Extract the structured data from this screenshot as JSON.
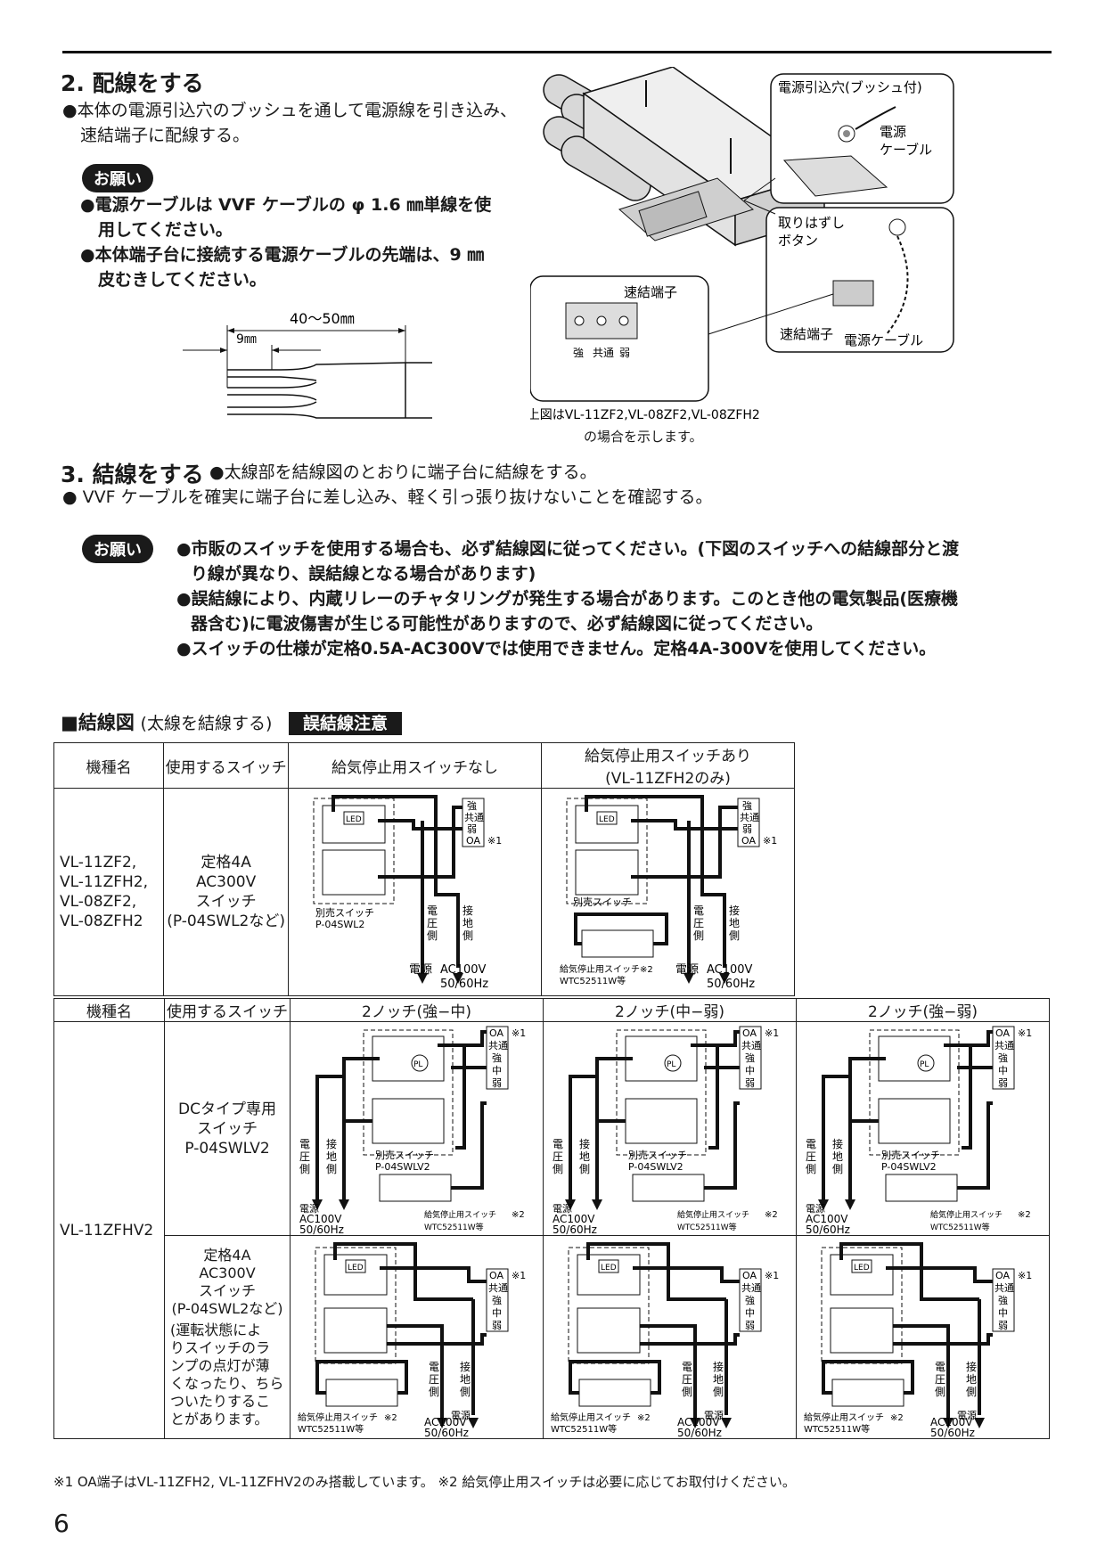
{
  "section2": {
    "title": "2.  配線をする",
    "bullet1_line1": "●本体の電源引込穴のブッシュを通して電源線を引き込み、",
    "bullet1_line2": "速結端子に配線する。",
    "onegai": "お願い",
    "note1_line1": "●電源ケーブルは VVF ケーブルの φ 1.6 ㎜単線を使",
    "note1_line2": "用してください。",
    "note2_line1": "●本体端子台に接続する電源ケーブルの先端は、9 ㎜",
    "note2_line2": "皮むきしてください。",
    "dim_outer": "40〜50㎜",
    "dim_inner": "9㎜"
  },
  "figure": {
    "callout_top_title": "電源引込穴(ブッシュ付)",
    "callout_top_cable": "電源\nケーブル",
    "callout_mid_button": "取りはずし\nボタン",
    "callout_mid_terminal": "速結端子",
    "callout_mid_cable": "電源ケーブル",
    "callout_left_title": "速結端子",
    "terminal_labels": [
      "強",
      "共通",
      "弱"
    ],
    "caption_line1": "※上図はVL-11ZF2,VL-08ZF2,VL-08ZFH2",
    "caption_line2": "の場合を示します。"
  },
  "section3": {
    "title": "3.  結線をする",
    "title_note": "●太線部を結線図のとおりに端子台に結線をする。",
    "bullet": "● VVF ケーブルを確実に端子台に差し込み、軽く引っ張り抜けないことを確認する。",
    "onegai": "お願い",
    "n1_line1": "●市販のスイッチを使用する場合も、必ず結線図に従ってください。(下図のスイッチへの結線部分と渡",
    "n1_line2": "り線が異なり、誤結線となる場合があります)",
    "n2_line1": "●誤結線により、内蔵リレーのチャタリングが発生する場合があります。このとき他の電気製品(医療機",
    "n2_line2": "器含む)に電波傷害が生じる可能性がありますので、必ず結線図に従ってください。",
    "n3": "●スイッチの仕様が定格0.5A-AC300Vでは使用できません。定格4A-300Vを使用してください。"
  },
  "wiring": {
    "heading": "■結線図",
    "heading_sub": "(太線を結線する)",
    "warning": "誤結線注意",
    "t1": {
      "col_model": "機種名",
      "col_switch": "使用するスイッチ",
      "col_a": "給気停止用スイッチなし",
      "col_b_line1": "給気停止用スイッチあり",
      "col_b_line2": "(VL-11ZFH2のみ)",
      "models": [
        "VL-11ZF2,",
        "VL-11ZFH2,",
        "VL-08ZF2,",
        "VL-08ZFH2"
      ],
      "switch_lines": [
        "定格4A",
        "AC300V",
        "スイッチ",
        "(P-04SWL2など)"
      ]
    },
    "t2": {
      "col_model": "機種名",
      "col_switch": "使用するスイッチ",
      "col_a": "2ノッチ(強−中)",
      "col_b": "2ノッチ(中−弱)",
      "col_c": "2ノッチ(強−弱)",
      "model": "VL-11ZFHV2",
      "sw1_lines": [
        "DCタイプ専用",
        "スイッチ",
        "P-04SWLV2"
      ],
      "sw2_lines": [
        "定格4A",
        "AC300V",
        "スイッチ",
        "(P-04SWL2など)"
      ],
      "sw2_note": [
        "(運転状態によ",
        "りスイッチのラ",
        "ンプの点灯が薄",
        "くなったり、ちら",
        "ついたりするこ",
        "とがあります。"
      ]
    },
    "diagram_labels": {
      "terminals_a": [
        "強",
        "共通",
        "弱",
        "OA"
      ],
      "terminals_b": [
        "OA",
        "共通",
        "強",
        "中",
        "弱"
      ],
      "note1": "※1",
      "note2": "※2",
      "led": "LED",
      "pl": "PL",
      "switch_a": "別売スイッチ",
      "switch_a_model": "P-04SWL2",
      "switch_b_model": "P-04SWLV2",
      "voltage_side": "電圧側",
      "ground_side": "接地側",
      "power": "電源",
      "ac": "AC100V",
      "hz": "50/60Hz",
      "stop_switch": "給気停止用スイッチ",
      "stop_model": "WTC52511W等"
    }
  },
  "footnote": "※1  OA端子はVL-11ZFH2, VL-11ZFHV2のみ搭載しています。 ※2 給気停止用スイッチは必要に応じてお取付けください。",
  "page_number": "6"
}
